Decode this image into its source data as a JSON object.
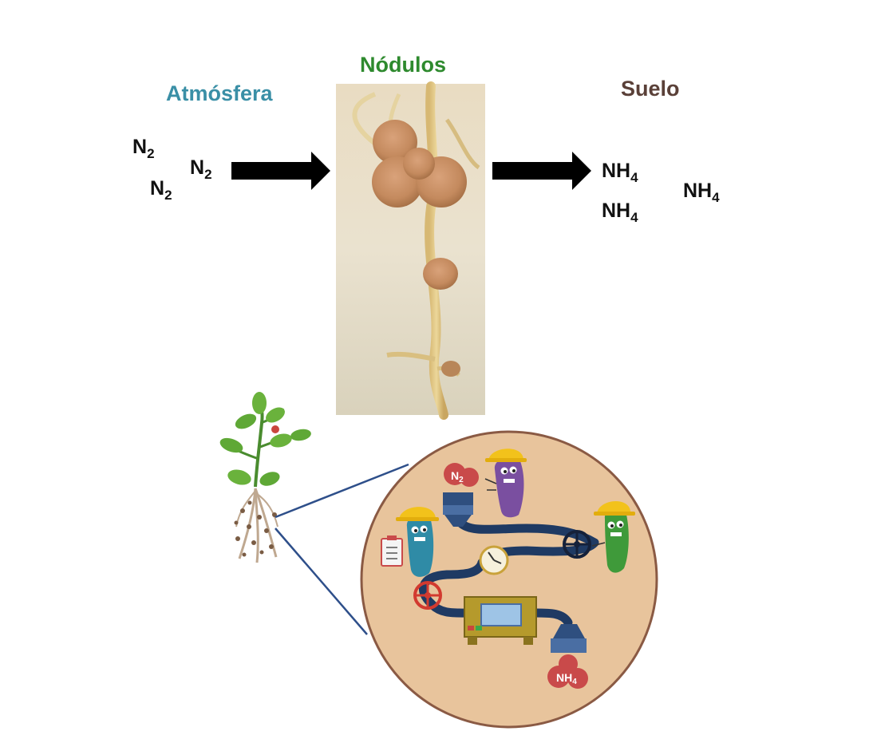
{
  "titles": {
    "atmosphere": "Atmósfera",
    "nodules": "Nódulos",
    "soil": "Suelo"
  },
  "formulas": {
    "n2_base": "N",
    "n2_sub": "2",
    "nh4_base": "NH",
    "nh4_sub": "4"
  },
  "colors": {
    "atmosphere_title": "#3a8fa6",
    "nodules_title": "#2e8a2e",
    "soil_title": "#5a4038",
    "arrow": "#000000",
    "circle_fill": "#e8c49c",
    "circle_stroke": "#8a5a44",
    "pipe": "#1f3a63",
    "badge": "#c94a4a"
  },
  "icons": {
    "plant": "plant-with-roots-icon",
    "nodule_photo": "root-nodule-photo",
    "factory": "bacteria-factory-illustration",
    "valve": "valve-wheel-icon",
    "gauge": "clock-gauge-icon",
    "clipboard": "clipboard-icon",
    "hard_hat": "hard-hat-icon"
  }
}
